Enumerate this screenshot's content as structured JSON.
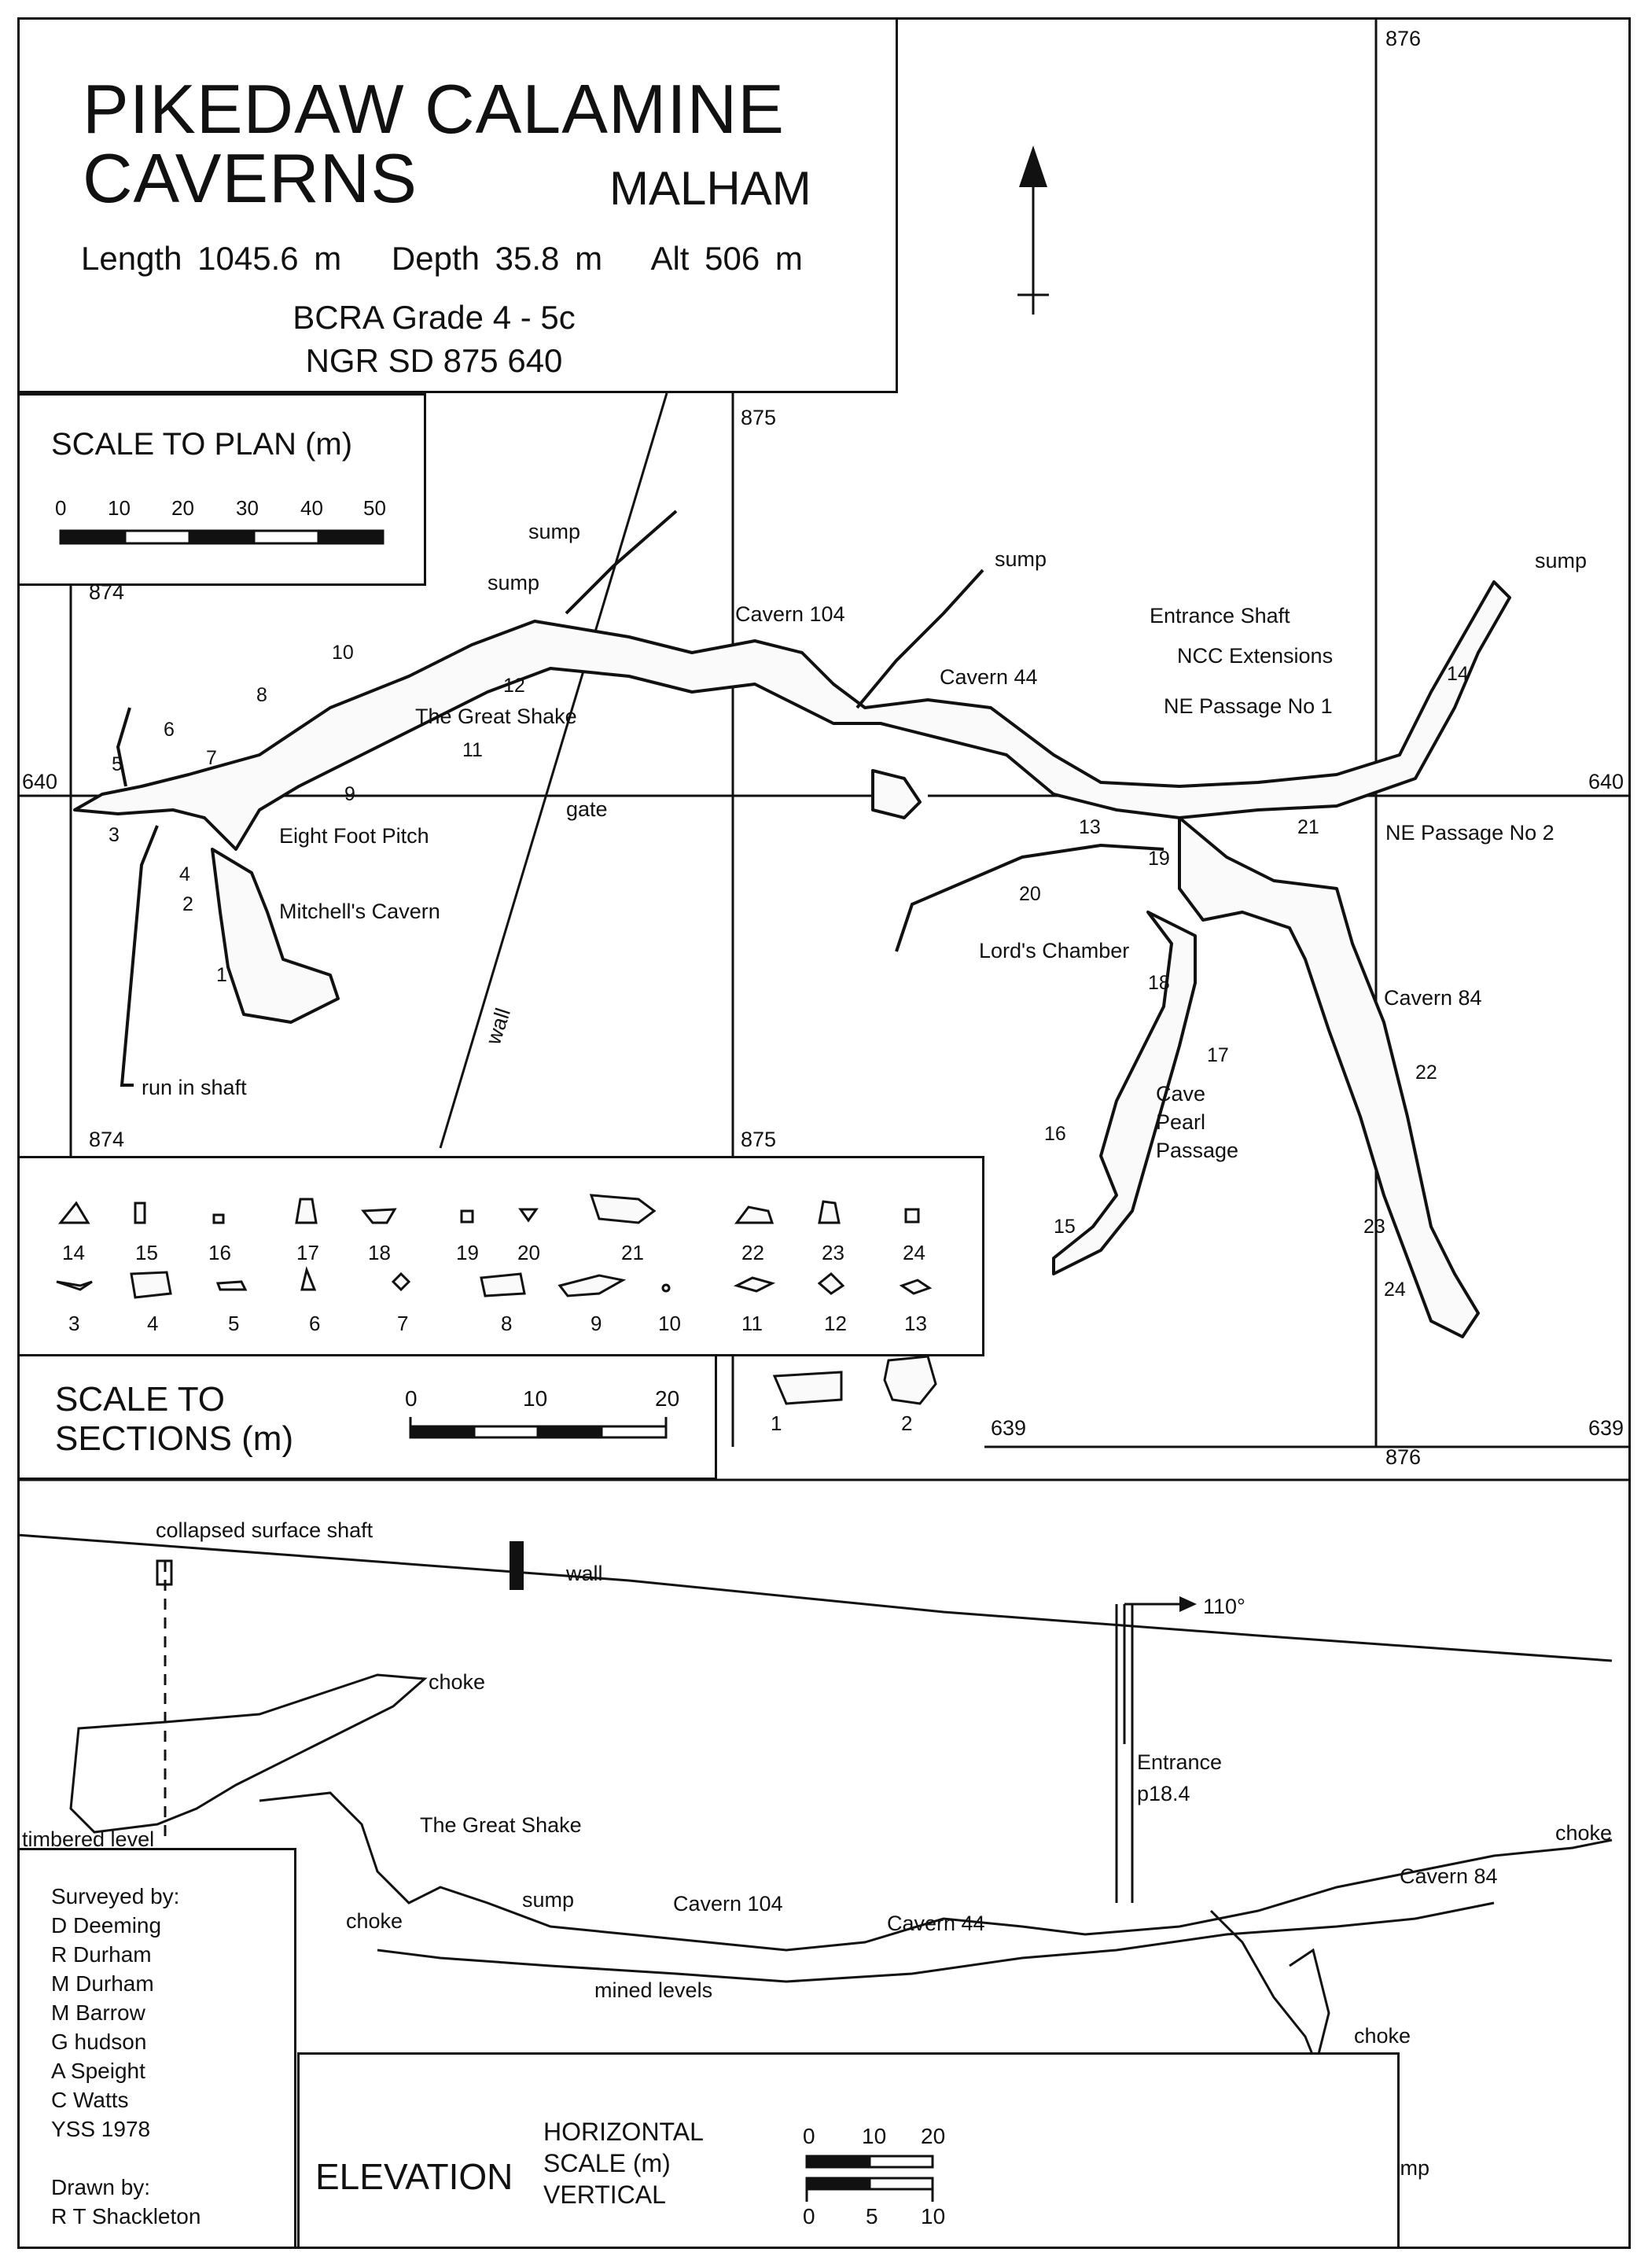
{
  "title": {
    "line1": "PIKEDAW CALAMINE",
    "line2": "CAVERNS",
    "place": "MALHAM",
    "stats": [
      "Length  1045.6 m",
      "Depth 35.8 m",
      "Alt 506 m"
    ],
    "grade": "BCRA Grade 4 - 5c",
    "ngr": "NGR SD 875 640"
  },
  "plan_scale": {
    "label": "SCALE TO PLAN (m)",
    "ticks": [
      "0",
      "10",
      "20",
      "30",
      "40",
      "50"
    ]
  },
  "grid": {
    "easting_874_top": "874",
    "easting_874_bottom": "874",
    "easting_875_top": "875",
    "easting_875_bottom": "875",
    "easting_876_top": "876",
    "easting_876_bottom": "876",
    "northing_640_left": "640",
    "northing_640_right": "640",
    "northing_639_mid": "639",
    "northing_639_right": "639"
  },
  "plan_labels": {
    "sump_1": "sump",
    "sump_2": "sump",
    "sump_3": "sump",
    "sump_4": "sump",
    "cavern_104": "Cavern 104",
    "cavern_44": "Cavern 44",
    "cavern_84": "Cavern 84",
    "entrance_shaft": "Entrance Shaft",
    "ncc_extensions": "NCC Extensions",
    "ne_passage_1": "NE Passage No 1",
    "ne_passage_2": "NE Passage No 2",
    "great_shake": "The Great Shake",
    "eight_foot_pitch": "Eight Foot Pitch",
    "mitchells_cavern": "Mitchell's Cavern",
    "gate": "gate",
    "wall": "wall",
    "run_in_shaft": "run in shaft",
    "lords_chamber": "Lord's Chamber",
    "cave_pearl_1": "Cave",
    "cave_pearl_2": "Pearl",
    "cave_pearl_3": "Passage"
  },
  "plan_section_refs": [
    "1",
    "2",
    "3",
    "4",
    "5",
    "6",
    "7",
    "8",
    "9",
    "10",
    "11",
    "12",
    "13",
    "14",
    "15",
    "16",
    "17",
    "18",
    "19",
    "20",
    "21",
    "22",
    "23",
    "24"
  ],
  "sections": {
    "row1": [
      "14",
      "15",
      "16",
      "17",
      "18",
      "19",
      "20",
      "21",
      "22",
      "23",
      "24"
    ],
    "row2": [
      "3",
      "4",
      "5",
      "6",
      "7",
      "8",
      "9",
      "10",
      "11",
      "12",
      "13"
    ],
    "row3": [
      "1",
      "2"
    ]
  },
  "section_scale": {
    "label_1": "SCALE TO",
    "label_2": "SECTIONS  (m)",
    "ticks": [
      "0",
      "10",
      "20"
    ]
  },
  "elevation_labels": {
    "collapsed_shaft": "collapsed surface shaft",
    "wall": "wall",
    "bearing": "110°",
    "choke_1": "choke",
    "choke_2": "choke",
    "choke_3": "choke",
    "choke_4": "choke",
    "entrance": "Entrance",
    "pitch": "p18.4",
    "timbered_level": "timbered level",
    "great_shake": "The Great Shake",
    "sump_1": "sump",
    "sump_2": "sump",
    "cavern_104": "Cavern 104",
    "cavern_44": "Cavern 44",
    "cavern_84": "Cavern 84",
    "mined_levels": "mined levels"
  },
  "surveyors": {
    "heading": "Surveyed by:",
    "names": [
      "D Deeming",
      "R Durham",
      "M Durham",
      "M Barrow",
      "G hudson",
      "A Speight",
      "C Watts",
      "YSS 1978"
    ],
    "drawn_heading": "Drawn by:",
    "drawn_name": "R T Shackleton"
  },
  "elevation_scale": {
    "title": "ELEVATION",
    "horizontal": "HORIZONTAL",
    "scale": "SCALE (m)",
    "vertical": "VERTICAL",
    "h_ticks": [
      "0",
      "10",
      "20"
    ],
    "v_ticks": [
      "0",
      "5",
      "10"
    ]
  }
}
